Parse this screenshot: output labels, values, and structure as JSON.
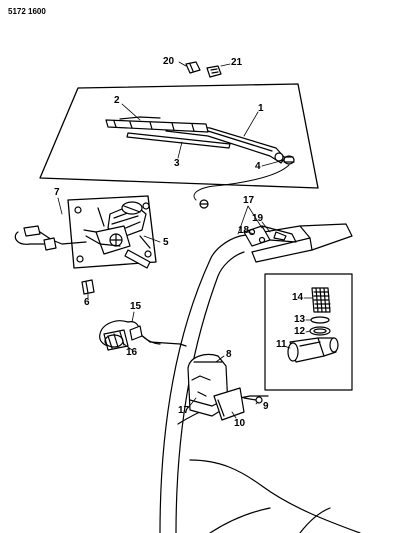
{
  "diagram": {
    "reference_code": "5172 1600",
    "callouts": [
      "1",
      "2",
      "3",
      "4",
      "5",
      "6",
      "7",
      "8",
      "9",
      "10",
      "11",
      "12",
      "13",
      "14",
      "15",
      "16",
      "17",
      "17",
      "18",
      "19",
      "20",
      "21"
    ]
  }
}
